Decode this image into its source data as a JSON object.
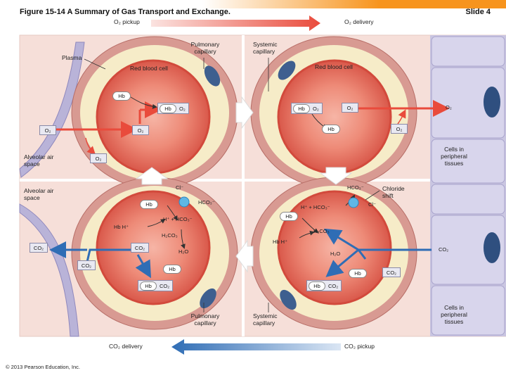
{
  "header": {
    "title": "Figure 15-14 A Summary of Gas Transport and Exchange.",
    "slide": "Slide 4"
  },
  "flows": {
    "o2_pickup": "O₂ pickup",
    "o2_delivery": "O₂ delivery",
    "co2_delivery": "CO₂ delivery",
    "co2_pickup": "CO₂ pickup"
  },
  "labels": {
    "plasma": "Plasma",
    "pulmonary_capillary": "Pulmonary capillary",
    "systemic_capillary": "Systemic capillary",
    "red_blood_cell": "Red blood cell",
    "alveolar_air_space": "Alveolar air space",
    "cells_peripheral": "Cells in peripheral tissues",
    "chloride_shift": "Chloride shift"
  },
  "chem": {
    "hb": "Hb",
    "o2": "O₂",
    "co2": "CO₂",
    "hbo2_hb": "Hb",
    "hbo2_o2": "O₂",
    "hbco2_hb": "Hb",
    "hbco2_co2": "CO₂",
    "hplus": "H⁺",
    "hb_hplus": "Hb H⁺",
    "cl": "Cl⁻",
    "hco3": "HCO₃⁻",
    "h_hco3": "H⁺ + HCO₃⁻",
    "h2co3": "H₂CO₃",
    "h2o": "H₂O"
  },
  "footer": {
    "copyright": "© 2013 Pearson Education, Inc."
  },
  "colors": {
    "orange": "#f7941d",
    "red_arrow": "#e94b3c",
    "blue_arrow": "#2f6db5",
    "rbc": "#e8705e",
    "plasma": "#f6ecc8",
    "capillary": "#d89a92",
    "tissue": "#d2cfe6",
    "alveolus": "#f6dfd9"
  }
}
